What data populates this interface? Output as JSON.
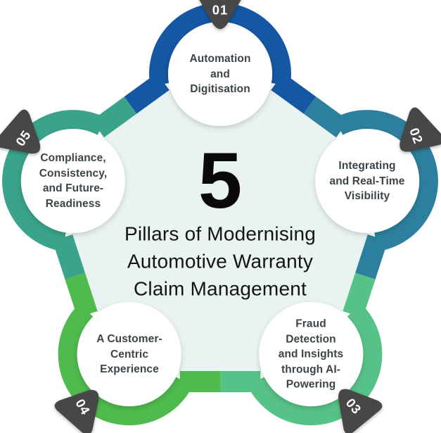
{
  "center": {
    "big_number": "5",
    "title_lines": [
      "Pillars of Modernising",
      "Automotive Warranty",
      "Claim Management"
    ]
  },
  "pillars": [
    {
      "number": "01",
      "label": "Automation and Digitisation",
      "lines": [
        "Automation",
        "and",
        "Digitisation"
      ],
      "color": "#1457a3"
    },
    {
      "number": "02",
      "label": "Integrating and Real-Time Visibility",
      "lines": [
        "Integrating",
        "and Real-Time",
        "Visibility"
      ],
      "color": "#2c7f9e"
    },
    {
      "number": "03",
      "label": "Fraud Detection and Insights through AI-Powering",
      "lines": [
        "Fraud",
        "Detection",
        "and Insights",
        "through AI-",
        "Powering"
      ],
      "color": "#57c287"
    },
    {
      "number": "04",
      "label": "A Customer-Centric Experience",
      "lines": [
        "A Customer-",
        "Centric",
        "Experience"
      ],
      "color": "#4fba4e"
    },
    {
      "number": "05",
      "label": "Compliance, Consistency, and Future-Readiness",
      "lines": [
        "Compliance,",
        "Consistency,",
        "and Future-",
        "Readiness"
      ],
      "color": "#3aa38b"
    }
  ],
  "colors": {
    "interior": "#e9f3f2",
    "badge": "#464646",
    "badge_text": "#ffffff",
    "label_text": "#3d4447",
    "title_text": "#141414",
    "circle_fill": "#ffffff"
  }
}
